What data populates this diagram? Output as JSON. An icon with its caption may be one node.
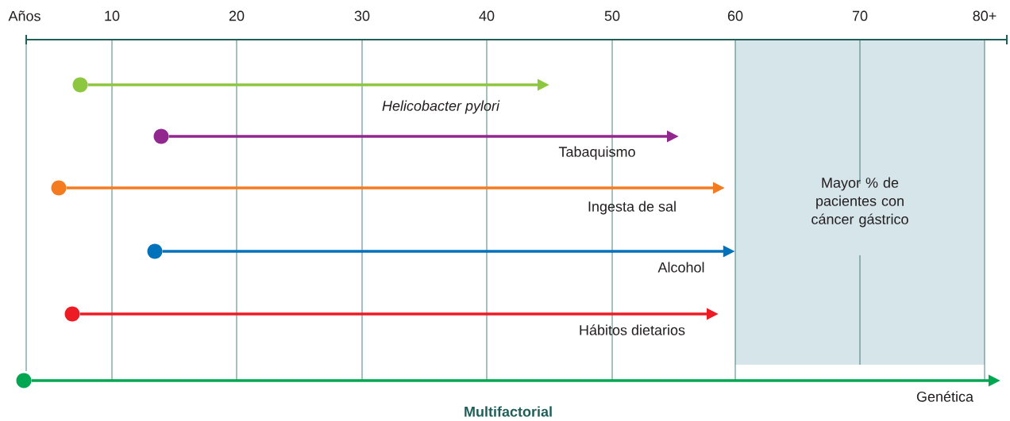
{
  "diagram": {
    "nodes": [
      {
        "text": [],
        "shape": "circle"
      },
      {
        "text": [],
        "shape": "circle"
      },
      {
        "text": [],
        "shape": "circle"
      },
      {
        "text": [],
        "shape": "circle"
      },
      {
        "text": [],
        "shape": "circle"
      },
      {
        "text": [],
        "shape": "circle"
      },
      {
        "text": [
          "Mayor % de pacientes con cáncer gástrico"
        ]
      }
    ],
    "edges": [
      {
        "from": 0,
        "to": null,
        "arrow": "to",
        "label": "Helicobacter pylori",
        "color": "#8dc63f"
      },
      {
        "from": 1,
        "to": null,
        "arrow": "to",
        "label": "Tabaquismo",
        "color": "#92278f"
      },
      {
        "from": 2,
        "to": null,
        "arrow": "to",
        "label": "Ingesta de sal",
        "color": "#f47b20"
      },
      {
        "from": 3,
        "to": 6,
        "arrow": "to",
        "label": "Alcohol",
        "color": "#0072bc"
      },
      {
        "from": 4,
        "to": null,
        "arrow": "to",
        "label": "Hábitos dietarios",
        "color": "#ed1c24"
      },
      {
        "from": 5,
        "to": null,
        "arrow": "to",
        "label": "Genética",
        "color": "#00a651"
      }
    ],
    "labels": [
      "Años",
      "10",
      "20",
      "30",
      "40",
      "50",
      "60",
      "70",
      "80+",
      "Multifactorial"
    ]
  }
}
